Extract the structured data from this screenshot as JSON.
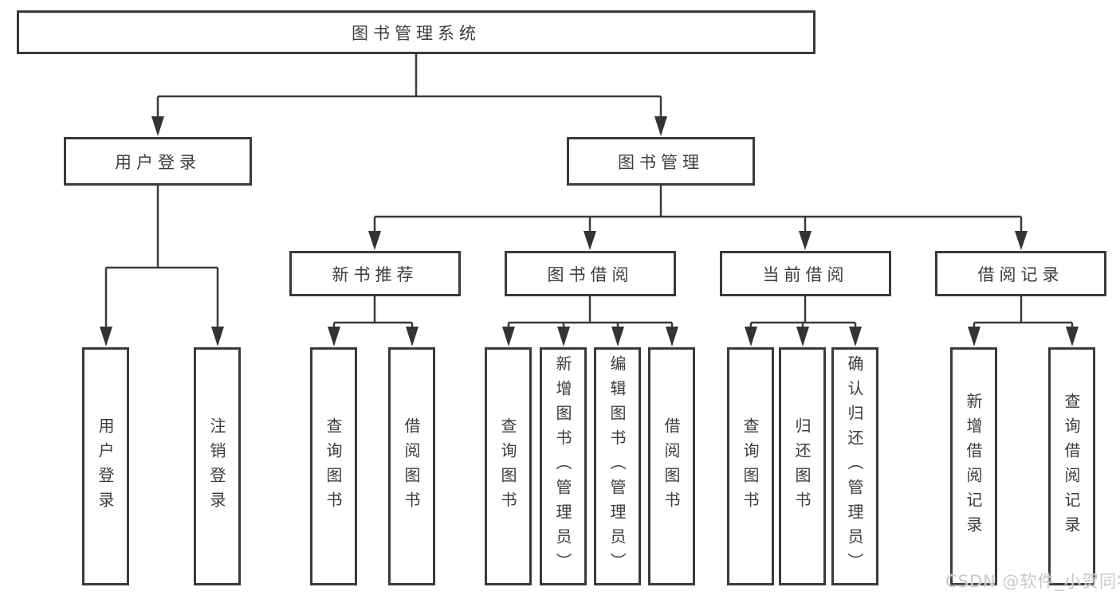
{
  "tree": {
    "root": "图书管理系统",
    "user_login": {
      "label": "用户登录",
      "leaves": [
        "用户登录",
        "注销登录"
      ]
    },
    "book_mgmt": {
      "label": "图书管理",
      "children": [
        {
          "label": "新书推荐",
          "leaves": [
            "查询图书",
            "借阅图书"
          ]
        },
        {
          "label": "图书借阅",
          "leaves": [
            "查询图书",
            "新增图书（管理员）",
            "编辑图书（管理员）",
            "借阅图书"
          ]
        },
        {
          "label": "当前借阅",
          "leaves": [
            "查询图书",
            "归还图书",
            "确认归还（管理员）"
          ]
        },
        {
          "label": "借阅记录",
          "leaves": [
            "新增借阅记录",
            "查询借阅记录"
          ]
        }
      ]
    }
  },
  "colors": {
    "line": "#3a3a3a",
    "text": "#3d3d3d",
    "watermark": "#c9c9c9"
  },
  "watermark": "CSDN @软件_小贺同学"
}
